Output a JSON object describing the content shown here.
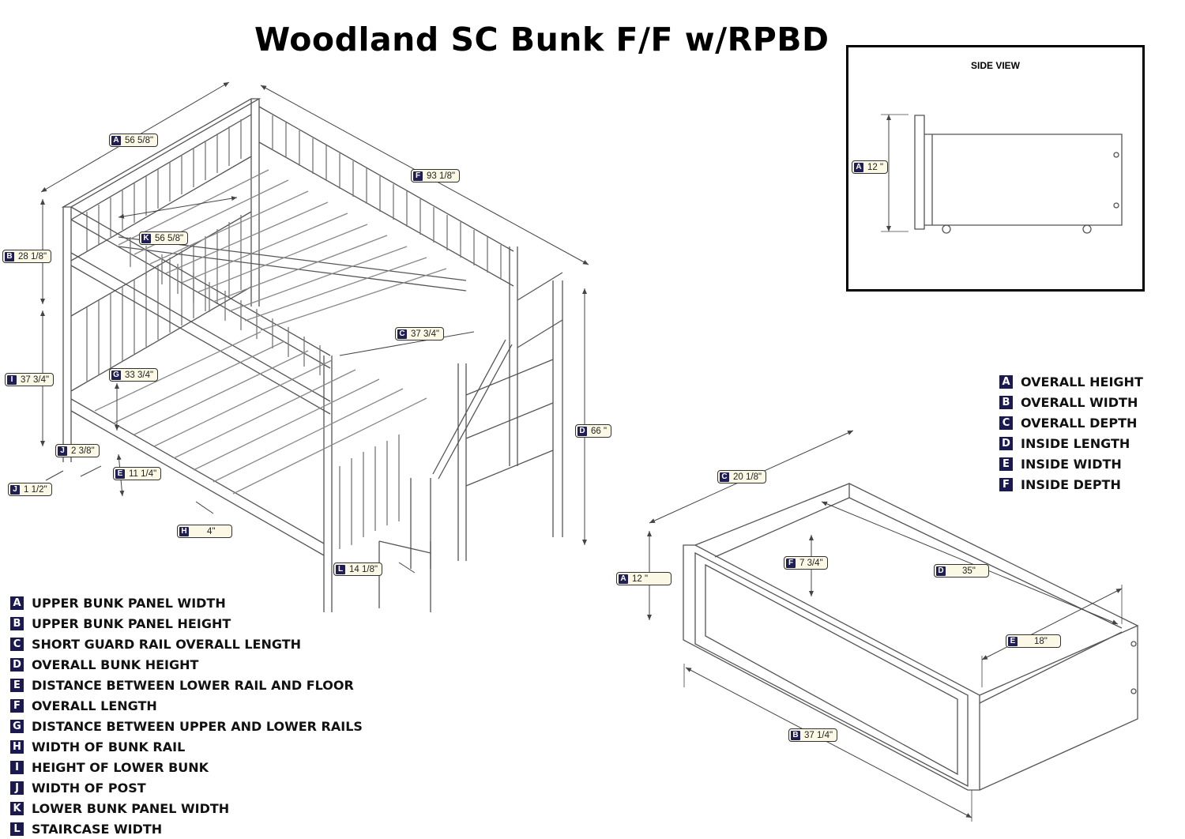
{
  "title": "Woodland SC Bunk F/F w/RPBD",
  "side_view": {
    "title": "SIDE VIEW",
    "dim": {
      "key": "A",
      "value": "12 \""
    }
  },
  "bed_dims": [
    {
      "key": "A",
      "value": "56 5/8\""
    },
    {
      "key": "F",
      "value": "93 1/8\""
    },
    {
      "key": "B",
      "value": "28 1/8\""
    },
    {
      "key": "K",
      "value": "56 5/8\""
    },
    {
      "key": "C",
      "value": "37 3/4\""
    },
    {
      "key": "I",
      "value": "37 3/4\""
    },
    {
      "key": "G",
      "value": "33 3/4\""
    },
    {
      "key": "D",
      "value": "66 \""
    },
    {
      "key": "J",
      "value": "2 3/8\""
    },
    {
      "key": "E",
      "value": "11 1/4\""
    },
    {
      "key": "J",
      "value": "1 1/2\""
    },
    {
      "key": "H",
      "value": "4\""
    },
    {
      "key": "L",
      "value": "14 1/8\""
    }
  ],
  "drawer_dims": [
    {
      "key": "C",
      "value": "20 1/8\""
    },
    {
      "key": "A",
      "value": "12 \""
    },
    {
      "key": "F",
      "value": "7 3/4\""
    },
    {
      "key": "D",
      "value": "35\""
    },
    {
      "key": "E",
      "value": "18\""
    },
    {
      "key": "B",
      "value": "37 1/4\""
    }
  ],
  "bed_legend": [
    {
      "key": "A",
      "text": "UPPER BUNK PANEL WIDTH"
    },
    {
      "key": "B",
      "text": "UPPER BUNK PANEL HEIGHT"
    },
    {
      "key": "C",
      "text": "SHORT GUARD RAIL OVERALL LENGTH"
    },
    {
      "key": "D",
      "text": "OVERALL BUNK HEIGHT"
    },
    {
      "key": "E",
      "text": "DISTANCE BETWEEN LOWER RAIL AND FLOOR"
    },
    {
      "key": "F",
      "text": "OVERALL LENGTH"
    },
    {
      "key": "G",
      "text": "DISTANCE BETWEEN UPPER AND LOWER RAILS"
    },
    {
      "key": "H",
      "text": "WIDTH OF BUNK RAIL"
    },
    {
      "key": "I",
      "text": "HEIGHT OF LOWER BUNK"
    },
    {
      "key": "J",
      "text": "WIDTH OF POST"
    },
    {
      "key": "K",
      "text": "LOWER BUNK PANEL WIDTH"
    },
    {
      "key": "L",
      "text": "STAIRCASE WIDTH"
    }
  ],
  "drawer_legend": [
    {
      "key": "A",
      "text": "OVERALL HEIGHT"
    },
    {
      "key": "B",
      "text": "OVERALL WIDTH"
    },
    {
      "key": "C",
      "text": "OVERALL DEPTH"
    },
    {
      "key": "D",
      "text": "INSIDE LENGTH"
    },
    {
      "key": "E",
      "text": "INSIDE WIDTH"
    },
    {
      "key": "F",
      "text": "INSIDE DEPTH"
    }
  ]
}
